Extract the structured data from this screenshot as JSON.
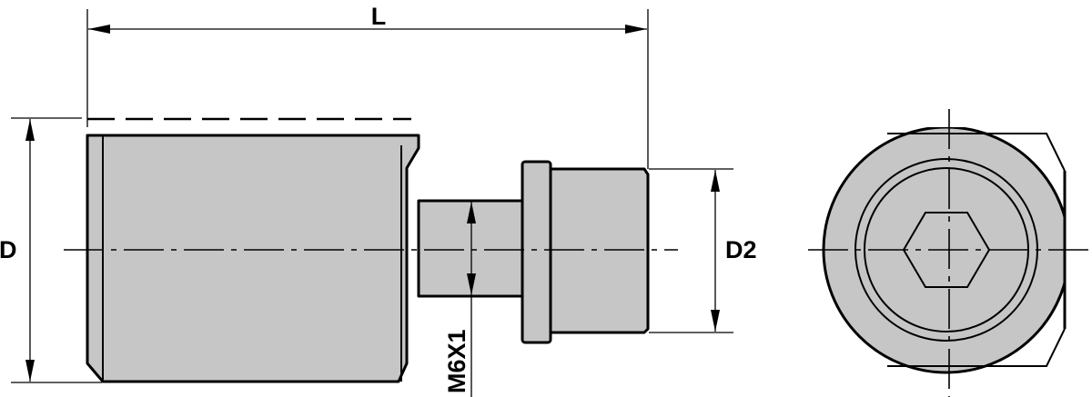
{
  "dimensions": {
    "length_label": "L",
    "diameter_label": "D",
    "diameter2_label": "D2",
    "thread_label": "M6X1"
  }
}
